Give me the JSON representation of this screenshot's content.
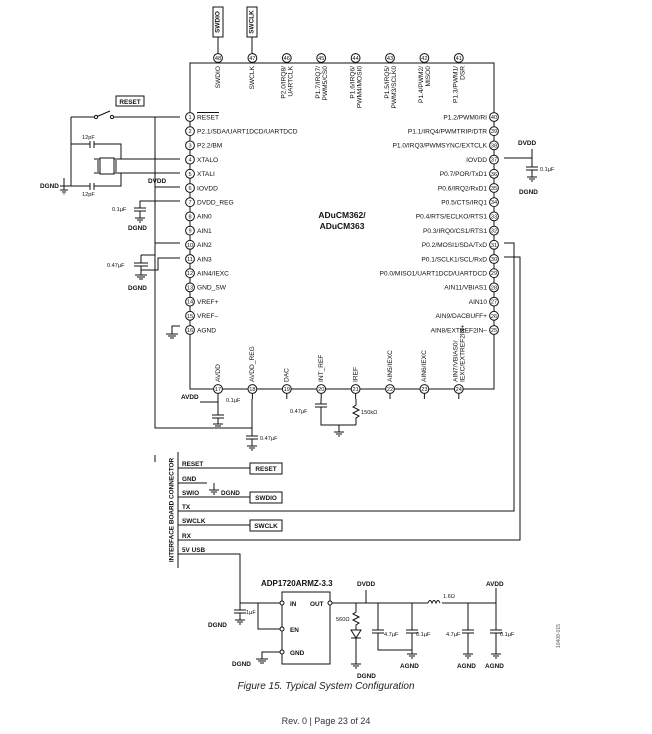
{
  "chip": {
    "name1": "ADuCM362/",
    "name2": "ADuCM363"
  },
  "top_pins": [
    {
      "num": "48",
      "label": "SWDIO"
    },
    {
      "num": "47",
      "label": "SWCLK"
    },
    {
      "num": "46",
      "label": "P2.0/IRQ8/UARTCLK"
    },
    {
      "num": "45",
      "label": "P1.7/IRQ7/PWM5/CS0"
    },
    {
      "num": "44",
      "label": "P1.6/IRQ6/PWM4/MOSI0"
    },
    {
      "num": "43",
      "label": "P1.5/IRQ5/PWM3/SCLK0"
    },
    {
      "num": "42",
      "label": "P1.4/PWM2/MISO0"
    },
    {
      "num": "41",
      "label": "P1.3/PWM1/DSR"
    }
  ],
  "left_pins": [
    {
      "num": "1",
      "label": "RESET"
    },
    {
      "num": "2",
      "label": "P2.1/SDA/UART1DCD/UARTDCD"
    },
    {
      "num": "3",
      "label": "P2.2/BM"
    },
    {
      "num": "4",
      "label": "XTALO"
    },
    {
      "num": "5",
      "label": "XTALI"
    },
    {
      "num": "6",
      "label": "IOVDD"
    },
    {
      "num": "7",
      "label": "DVDD_REG"
    },
    {
      "num": "8",
      "label": "AIN0"
    },
    {
      "num": "9",
      "label": "AIN1"
    },
    {
      "num": "10",
      "label": "AIN2"
    },
    {
      "num": "11",
      "label": "AIN3"
    },
    {
      "num": "12",
      "label": "AIN4/IEXC"
    },
    {
      "num": "13",
      "label": "GND_SW"
    },
    {
      "num": "14",
      "label": "VREF+"
    },
    {
      "num": "15",
      "label": "VREF–"
    },
    {
      "num": "16",
      "label": "AGND"
    }
  ],
  "right_pins": [
    {
      "num": "40",
      "label": "P1.2/PWM0/RI"
    },
    {
      "num": "39",
      "label": "P1.1/IRQ4/PWMTRIP/DTR"
    },
    {
      "num": "38",
      "label": "P1.0/IRQ3/PWMSYNC/EXTCLK"
    },
    {
      "num": "37",
      "label": "IOVDD"
    },
    {
      "num": "36",
      "label": "P0.7/POR/TxD1"
    },
    {
      "num": "35",
      "label": "P0.6/IRQ2/RxD1"
    },
    {
      "num": "34",
      "label": "P0.5/CTS/IRQ1"
    },
    {
      "num": "33",
      "label": "P0.4/RTS/ECLKO/RTS1"
    },
    {
      "num": "32",
      "label": "P0.3/IRQ0/CS1/RTS1"
    },
    {
      "num": "31",
      "label": "P0.2/MOSI1/SDA/TxD"
    },
    {
      "num": "30",
      "label": "P0.1/SCLK1/SCL/RxD"
    },
    {
      "num": "29",
      "label": "P0.0/MISO1/UART1DCD/UARTDCD"
    },
    {
      "num": "28",
      "label": "AIN11/VBIAS1"
    },
    {
      "num": "27",
      "label": "AIN10"
    },
    {
      "num": "26",
      "label": "AIN9/DACBUFF+"
    },
    {
      "num": "25",
      "label": "AIN8/EXTREF2IN–"
    }
  ],
  "bottom_pins": [
    {
      "num": "17",
      "label": "AVDD"
    },
    {
      "num": "18",
      "label": "AVDD_REG"
    },
    {
      "num": "19",
      "label": "DAC"
    },
    {
      "num": "20",
      "label": "INT_REF"
    },
    {
      "num": "21",
      "label": "IREF"
    },
    {
      "num": "22",
      "label": "AIN5/IEXC"
    },
    {
      "num": "23",
      "label": "AIN6/IEXC"
    },
    {
      "num": "24",
      "label": "AIN7/VBIAS0/IEXC/EXTREF2IN+"
    }
  ],
  "labels": {
    "swdio_tag": "SWDIO",
    "swclk_tag": "SWCLK",
    "reset_tag": "RESET",
    "cap_12pf_a": "12pF",
    "cap_12pf_b": "12pF",
    "dgnd_xtal": "DGND",
    "dvdd_left": "DVDD",
    "cap_01_dvddreg": "0.1µF",
    "dgnd_dvddreg": "DGND",
    "cap_047_ain": "0.47µF",
    "dgnd_ain": "DGND",
    "dvdd_right": "DVDD",
    "cap_01_iovdd": "0.1µF",
    "dgnd_iovdd": "DGND",
    "avdd_bottom": "AVDD",
    "cap_01_avdd": "0.1µF",
    "cap_047_intref": "0.47µF",
    "res_150k": "150kΩ",
    "cap_047_avddreg": "0.47µF"
  },
  "interface": {
    "title": "INTERFACE BOARD CONNECTOR",
    "reset": "RESET",
    "gnd": "GND",
    "swio": "SWIO",
    "dgnd": "DGND",
    "tx": "TX",
    "swclk": "SWCLK",
    "rx": "RX",
    "usb": "5V USB",
    "box_reset": "RESET",
    "box_swdio": "SWDIO",
    "box_swclk": "SWCLK"
  },
  "regulator": {
    "part": "ADP1720ARMZ-3.3",
    "in": "IN",
    "out": "OUT",
    "en": "EN",
    "gnd": "GND",
    "cap_in": "1µF",
    "dgnd_in": "DGND",
    "dgnd_gnd": "DGND",
    "dvdd": "DVDD",
    "avdd": "AVDD",
    "res_led": "560Ω",
    "res_filter": "1.6Ω",
    "cap_a": "4.7µF",
    "cap_b": "0.1µF",
    "cap_c": "4.7µF",
    "cap_d": "0.1µF",
    "dgnd_led": "DGND",
    "agnd_1": "AGND",
    "agnd_2": "AGND",
    "agnd_3": "AGND"
  },
  "caption": "Figure 15. Typical System Configuration",
  "footer": "Rev. 0 | Page 23 of 24",
  "figure_id": "10408-015"
}
